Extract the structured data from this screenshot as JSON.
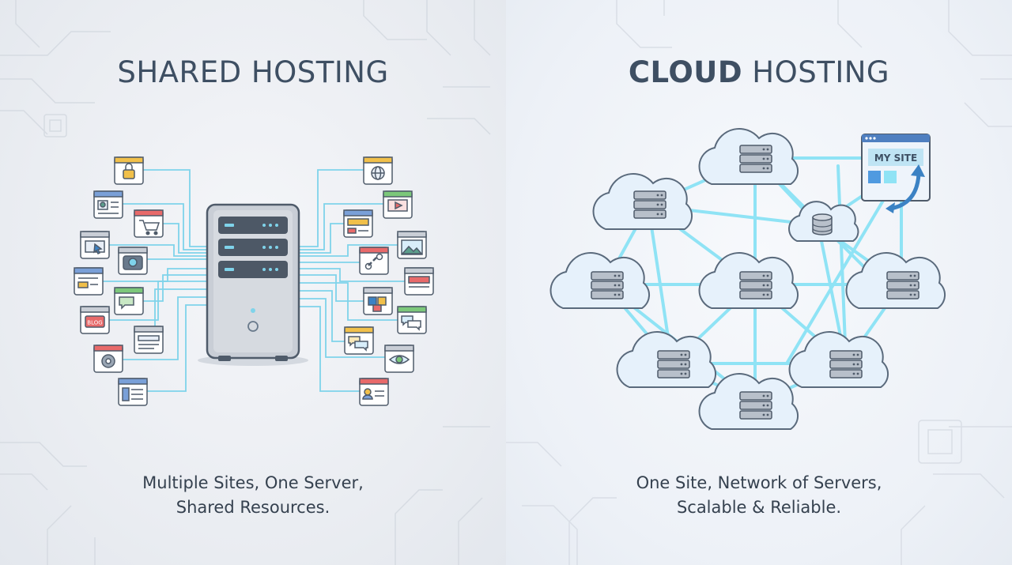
{
  "left": {
    "title": "SHARED HOSTING",
    "caption_line1": "Multiple Sites, One Server,",
    "caption_line2": "Shared Resources.",
    "site_icons": [
      "lock-icon",
      "id-card-icon",
      "cart-icon",
      "browser-cursor-icon",
      "camera-icon",
      "form-icon",
      "chat-icon",
      "blog-icon",
      "document-icon",
      "gear-icon",
      "article-icon",
      "globe-icon",
      "video-icon",
      "layout-icon",
      "image-icon",
      "link-icon",
      "banner-icon",
      "puzzle-icon",
      "messages-icon",
      "chat-bubbles-icon",
      "eye-icon",
      "profile-icon"
    ],
    "blog_label": "BLOG"
  },
  "right": {
    "title_bold": "CLOUD",
    "title_rest": " HOSTING",
    "caption_line1": "One Site, Network of Servers,",
    "caption_line2": "Scalable & Reliable.",
    "site_label": "MY SITE"
  },
  "colors": {
    "wire": "#7fd3ea",
    "cloud_link": "#8fe3f5",
    "server_body": "#c9ced6",
    "title": "#3e4f63",
    "accent_blue": "#3b82c4"
  }
}
